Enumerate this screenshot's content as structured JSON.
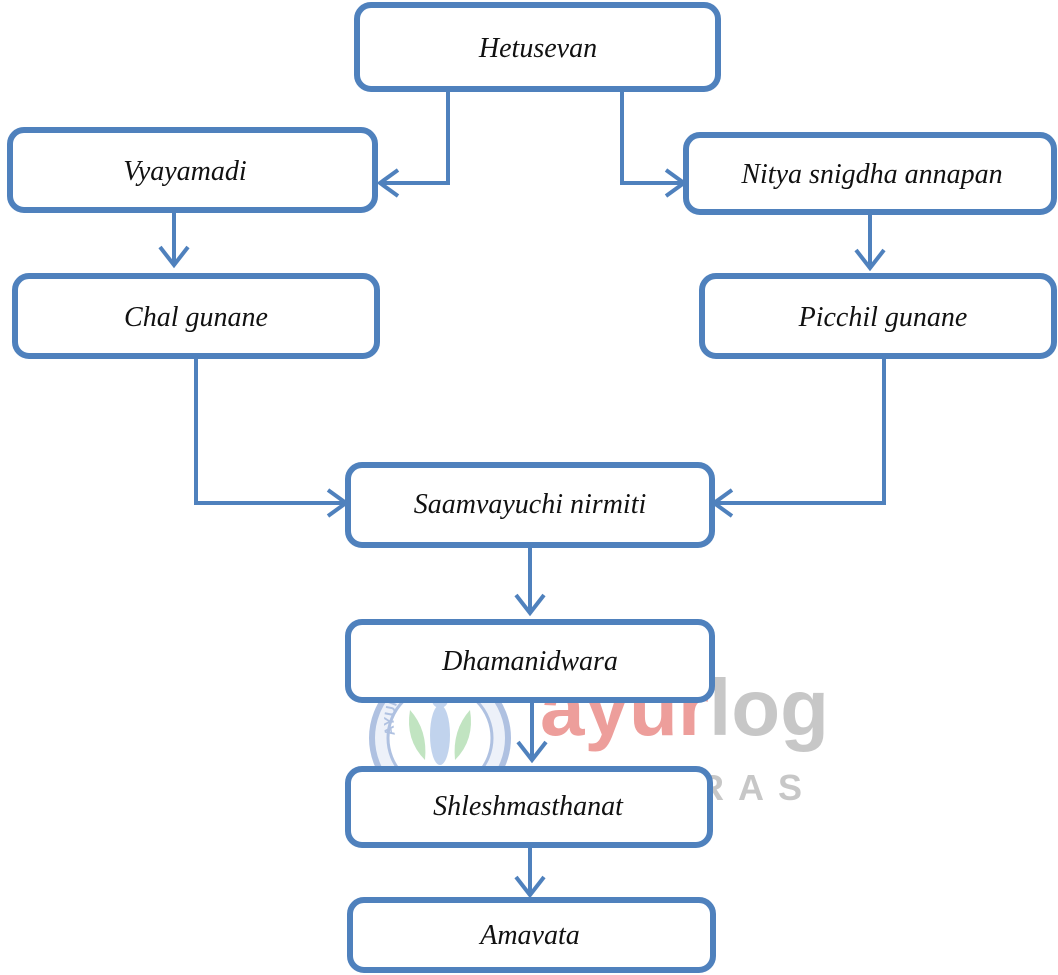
{
  "colors": {
    "box_stroke": "#4F81BD",
    "connector": "#4F81BD",
    "text": "#111111",
    "watermark_brand": "#E0504A",
    "watermark_grey": "#9A9A9A",
    "watermark_seal": "#6E8FC9"
  },
  "nodes": {
    "hetusevan": "Hetusevan",
    "vyayamadi": "Vyayamadi",
    "nitya_snigdha_annapan": "Nitya snigdha annapan",
    "chal_gunane": "Chal gunane",
    "picchil_gunane": "Picchil gunane",
    "saamvayuchi_nirmiti": "Saamvayuchi nirmiti",
    "dhamanidwara": "Dhamanidwara",
    "shleshmasthanat": "Shleshmasthanat",
    "amavata": "Amavata"
  },
  "watermark": {
    "brand_part1": "ayur",
    "brand_part2": "log",
    "subtitle": "NJ-RAS",
    "seal_text": "AYURLOG"
  }
}
